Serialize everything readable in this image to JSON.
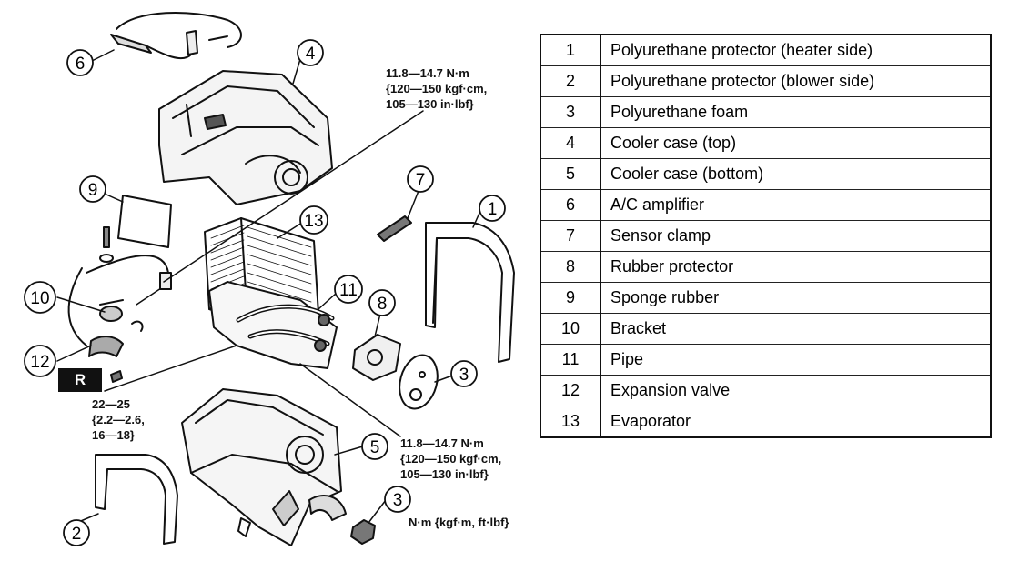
{
  "callouts": [
    "1",
    "2",
    "3",
    "3",
    "4",
    "5",
    "6",
    "7",
    "8",
    "9",
    "10",
    "11",
    "12",
    "13"
  ],
  "torque_top": "11.8—14.7 N·m\n{120—150 kgf·cm,\n105—130 in·lbf}",
  "torque_mid": "11.8—14.7 N·m\n{120—150 kgf·cm,\n105—130 in·lbf}",
  "torque_left": "22—25\n{2.2—2.6,\n16—18}",
  "units_note": "N·m {kgf·m, ft·lbf}",
  "replace_badge": "R",
  "parts": [
    {
      "num": "1",
      "name": "Polyurethane protector (heater side)"
    },
    {
      "num": "2",
      "name": "Polyurethane protector (blower side)"
    },
    {
      "num": "3",
      "name": "Polyurethane foam"
    },
    {
      "num": "4",
      "name": "Cooler case (top)"
    },
    {
      "num": "5",
      "name": "Cooler case (bottom)"
    },
    {
      "num": "6",
      "name": "A/C amplifier"
    },
    {
      "num": "7",
      "name": "Sensor clamp"
    },
    {
      "num": "8",
      "name": "Rubber protector"
    },
    {
      "num": "9",
      "name": "Sponge rubber"
    },
    {
      "num": "10",
      "name": "Bracket"
    },
    {
      "num": "11",
      "name": "Pipe"
    },
    {
      "num": "12",
      "name": "Expansion valve"
    },
    {
      "num": "13",
      "name": "Evaporator"
    }
  ]
}
